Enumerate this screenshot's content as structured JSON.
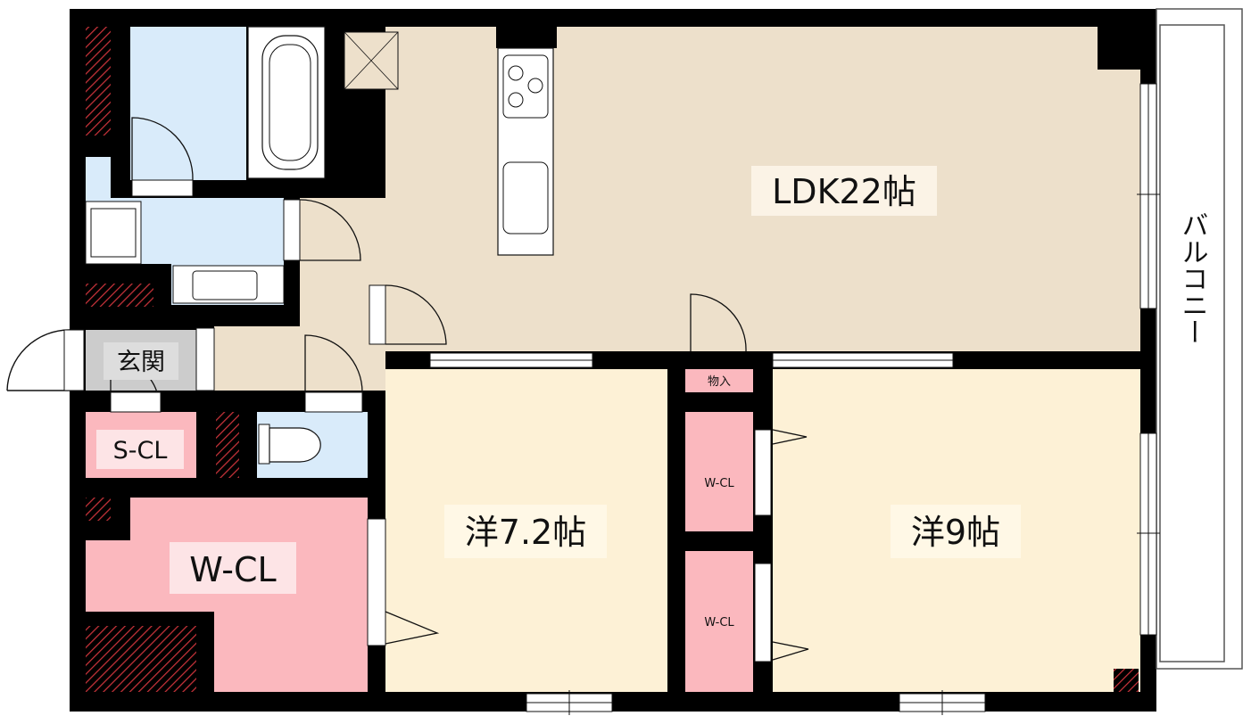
{
  "labels": {
    "ldk": "LDK22帖",
    "western_7": "洋7.2帖",
    "western_9": "洋9帖",
    "wcl_large": "W-CL",
    "scl": "S-CL",
    "entrance": "玄関",
    "storage": "物入",
    "wcl_upper": "W-CL",
    "wcl_lower": "W-CL",
    "balcony": "バルコニー"
  },
  "colors": {
    "wall": "#000000",
    "ldk_floor": "#ede0cb",
    "western_floor": "#fdf1d6",
    "closet": "#fbb8be",
    "bath": "#d9ebfa",
    "entrance": "#cccccc",
    "hatch": "#c8333a",
    "label_bg": "#fbf3e6"
  }
}
